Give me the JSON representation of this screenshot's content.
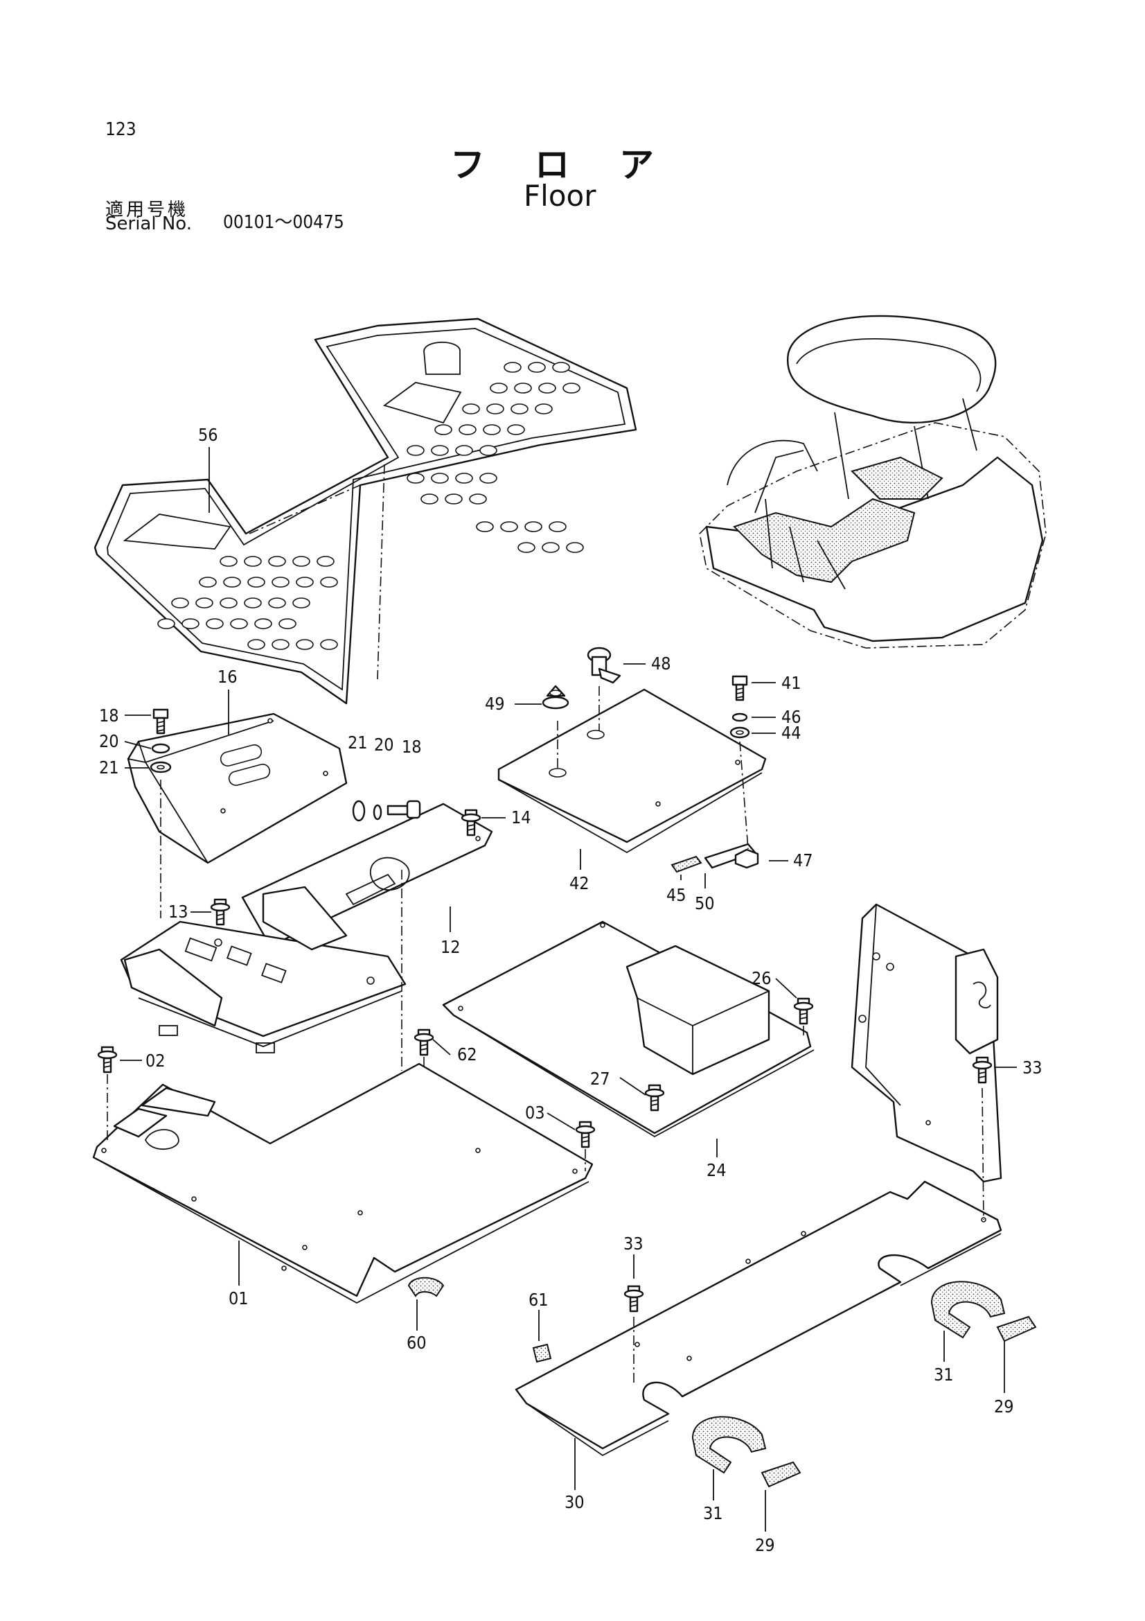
{
  "header": {
    "page_number": "123",
    "title_jp": "フロア",
    "title_en": "Floor",
    "serial_label_jp": "適用号機",
    "serial_label_en": "Serial No.",
    "serial_range": "00101～00475"
  },
  "callouts": [
    "56",
    "18",
    "16",
    "20",
    "21",
    "21",
    "20",
    "18",
    "48",
    "49",
    "41",
    "46",
    "44",
    "14",
    "42",
    "45",
    "47",
    "50",
    "13",
    "12",
    "26",
    "33",
    "02",
    "62",
    "27",
    "03",
    "24",
    "01",
    "60",
    "33",
    "61",
    "31",
    "29",
    "30",
    "31",
    "29"
  ]
}
